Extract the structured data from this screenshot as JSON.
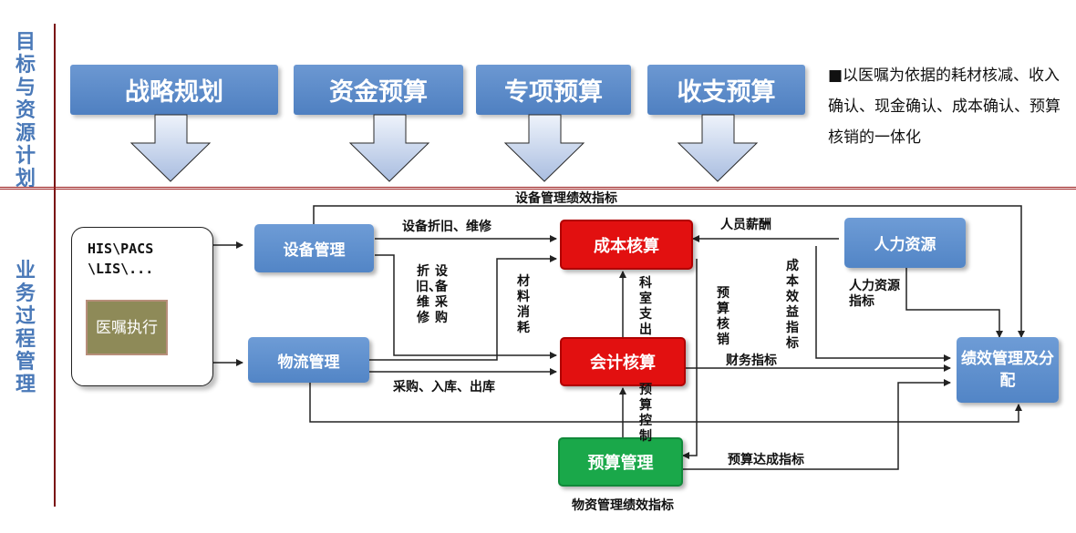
{
  "side_labels": {
    "top": "目标与资源计划",
    "bottom": "业务过程管理"
  },
  "plan_buttons": [
    "战略规划",
    "资金预算",
    "专项预算",
    "收支预算"
  ],
  "description": "■以医嘱为依据的耗材核减、收入确认、现金确认、成本确认、预算核销的一体化",
  "his_box": {
    "line1": "HIS\\PACS",
    "line2": "\\LIS\\...",
    "order_exec": "医嘱执行"
  },
  "boxes": {
    "equipment": "设备管理",
    "logistics": "物流管理",
    "cost": "成本核算",
    "accounting": "会计核算",
    "budget": "预算管理",
    "hr": "人力资源",
    "performance": "绩效管理及分配"
  },
  "labels": {
    "equip_perf": "设备管理绩效指标",
    "depreciation": "设备折旧、维修",
    "salary": "人员薪酬",
    "equip_purchase": "设备采购",
    "dep_repair": "折旧、维修",
    "material": "材料消耗",
    "dept_expense": "科室支出",
    "budget_verify": "预算核销",
    "cost_benefit": "成本效益指标",
    "hr_index": "人力资源指标",
    "finance_index": "财务指标",
    "purchase": "采购、入库、出库",
    "budget_control": "预算控制",
    "budget_achieve": "预算达成指标",
    "material_perf": "物资管理绩效指标"
  },
  "colors": {
    "blue": "#5285c6",
    "red": "#e21010",
    "green": "#1aa84a",
    "olive": "#8e8a58",
    "separator": "#9a1a1a"
  }
}
